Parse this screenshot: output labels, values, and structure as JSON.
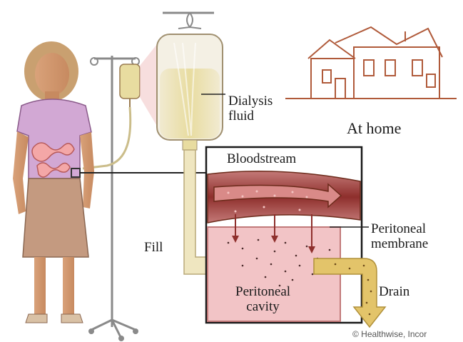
{
  "labels": {
    "dialysis_fluid_line1": "Dialysis",
    "dialysis_fluid_line2": "fluid",
    "at_home": "At home",
    "bloodstream": "Bloodstream",
    "fill": "Fill",
    "peritoneal_membrane_line1": "Peritoneal",
    "peritoneal_membrane_line2": "membrane",
    "drain": "Drain",
    "peritoneal_cavity_line1": "Peritoneal",
    "peritoneal_cavity_line2": "cavity"
  },
  "credit": "© Healthwise, Incor",
  "colors": {
    "fluid": "#e8dca0",
    "blood_vessel": "#8e2f2c",
    "cavity": "#f2c4c6",
    "outline": "#6b2a1a",
    "drain": "#e3c46a"
  }
}
